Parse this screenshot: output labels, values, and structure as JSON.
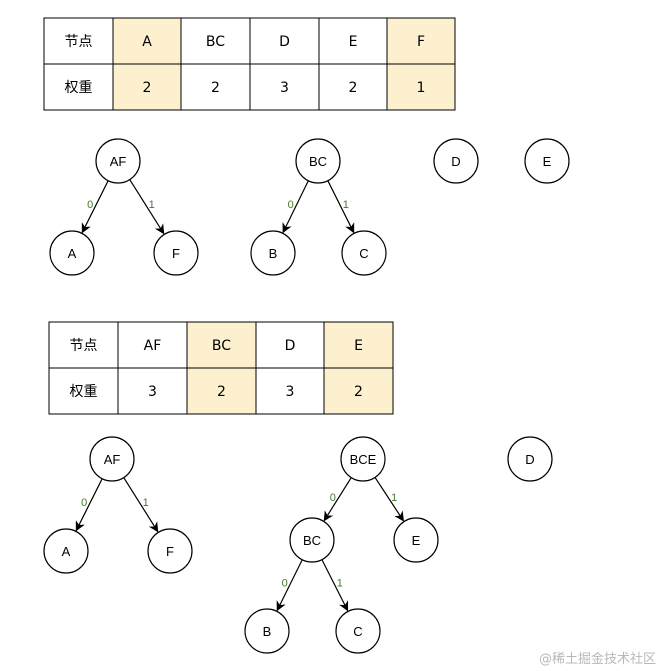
{
  "colors": {
    "highlight": "#fdf0cf",
    "border": "#000000",
    "node_stroke": "#000000",
    "label_0": "#3d7d2a",
    "label_1": "#3d7d2a"
  },
  "tables": [
    {
      "row_headers": [
        "节点",
        "权重"
      ],
      "columns": [
        {
          "node": "A",
          "weight": "2",
          "highlight": true
        },
        {
          "node": "BC",
          "weight": "2",
          "highlight": false
        },
        {
          "node": "D",
          "weight": "3",
          "highlight": false
        },
        {
          "node": "E",
          "weight": "2",
          "highlight": false
        },
        {
          "node": "F",
          "weight": "1",
          "highlight": true
        }
      ]
    },
    {
      "row_headers": [
        "节点",
        "权重"
      ],
      "columns": [
        {
          "node": "AF",
          "weight": "3",
          "highlight": false
        },
        {
          "node": "BC",
          "weight": "2",
          "highlight": true
        },
        {
          "node": "D",
          "weight": "3",
          "highlight": false
        },
        {
          "node": "E",
          "weight": "2",
          "highlight": true
        }
      ]
    }
  ],
  "trees": [
    {
      "id": "t1",
      "nodes": [
        "AF",
        "A",
        "F"
      ],
      "edges": [
        [
          "AF",
          "A",
          "0"
        ],
        [
          "AF",
          "F",
          "1"
        ]
      ]
    },
    {
      "id": "t2",
      "nodes": [
        "BC",
        "B",
        "C"
      ],
      "edges": [
        [
          "BC",
          "B",
          "0"
        ],
        [
          "BC",
          "C",
          "1"
        ]
      ]
    },
    {
      "id": "t3",
      "nodes": [
        "D"
      ],
      "edges": []
    },
    {
      "id": "t4",
      "nodes": [
        "E"
      ],
      "edges": []
    },
    {
      "id": "t5",
      "nodes": [
        "AF",
        "A",
        "F"
      ],
      "edges": [
        [
          "AF",
          "A",
          "0"
        ],
        [
          "AF",
          "F",
          "1"
        ]
      ]
    },
    {
      "id": "t6",
      "nodes": [
        "BCE",
        "BC",
        "E",
        "B",
        "C"
      ],
      "edges": [
        [
          "BCE",
          "BC",
          "0"
        ],
        [
          "BCE",
          "E",
          "1"
        ],
        [
          "BC",
          "B",
          "0"
        ],
        [
          "BC",
          "C",
          "1"
        ]
      ]
    },
    {
      "id": "t7",
      "nodes": [
        "D"
      ],
      "edges": []
    }
  ],
  "watermark": "@稀土掘金技术社区"
}
